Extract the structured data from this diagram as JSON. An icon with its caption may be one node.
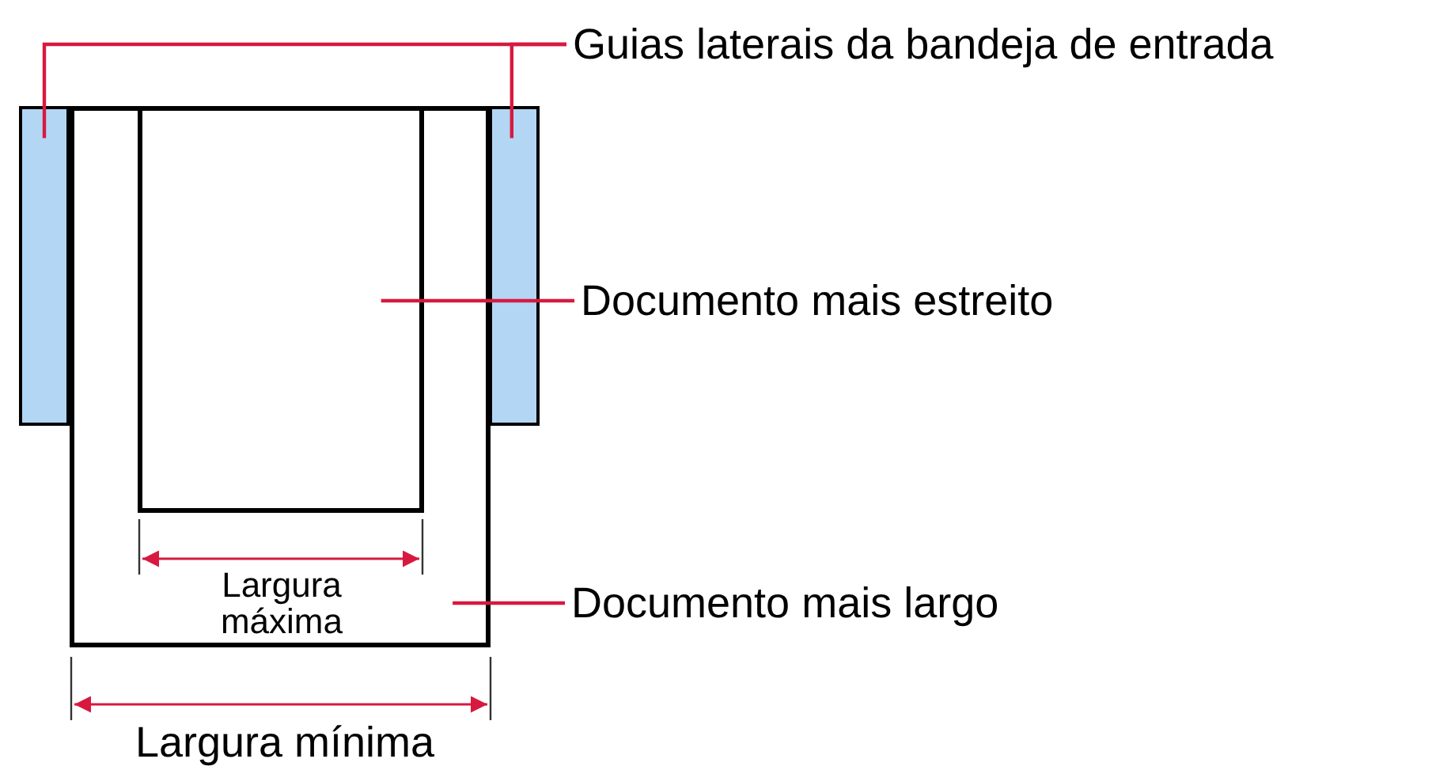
{
  "diagram": {
    "nodes": [
      {
        "text": [
          "Guias laterais da bandeja de entrada"
        ]
      },
      {
        "text": [],
        "shape": "box"
      },
      {
        "text": [],
        "shape": "box"
      },
      {
        "text": [],
        "shape": "box"
      },
      {
        "text": [],
        "shape": "box",
        "in": 3
      },
      {
        "text": [
          "Documento mais estreito"
        ]
      },
      {
        "text": [
          "Documento mais largo"
        ]
      }
    ],
    "edges": [
      {
        "from": 0,
        "to": 1,
        "arrow": "none"
      },
      {
        "from": 0,
        "to": 2,
        "arrow": "none"
      },
      {
        "from": 5,
        "to": 4,
        "arrow": "none"
      },
      {
        "from": 6,
        "to": 3,
        "arrow": "none"
      }
    ],
    "labels": [
      "Largura máxima",
      "Largura mínima"
    ]
  }
}
